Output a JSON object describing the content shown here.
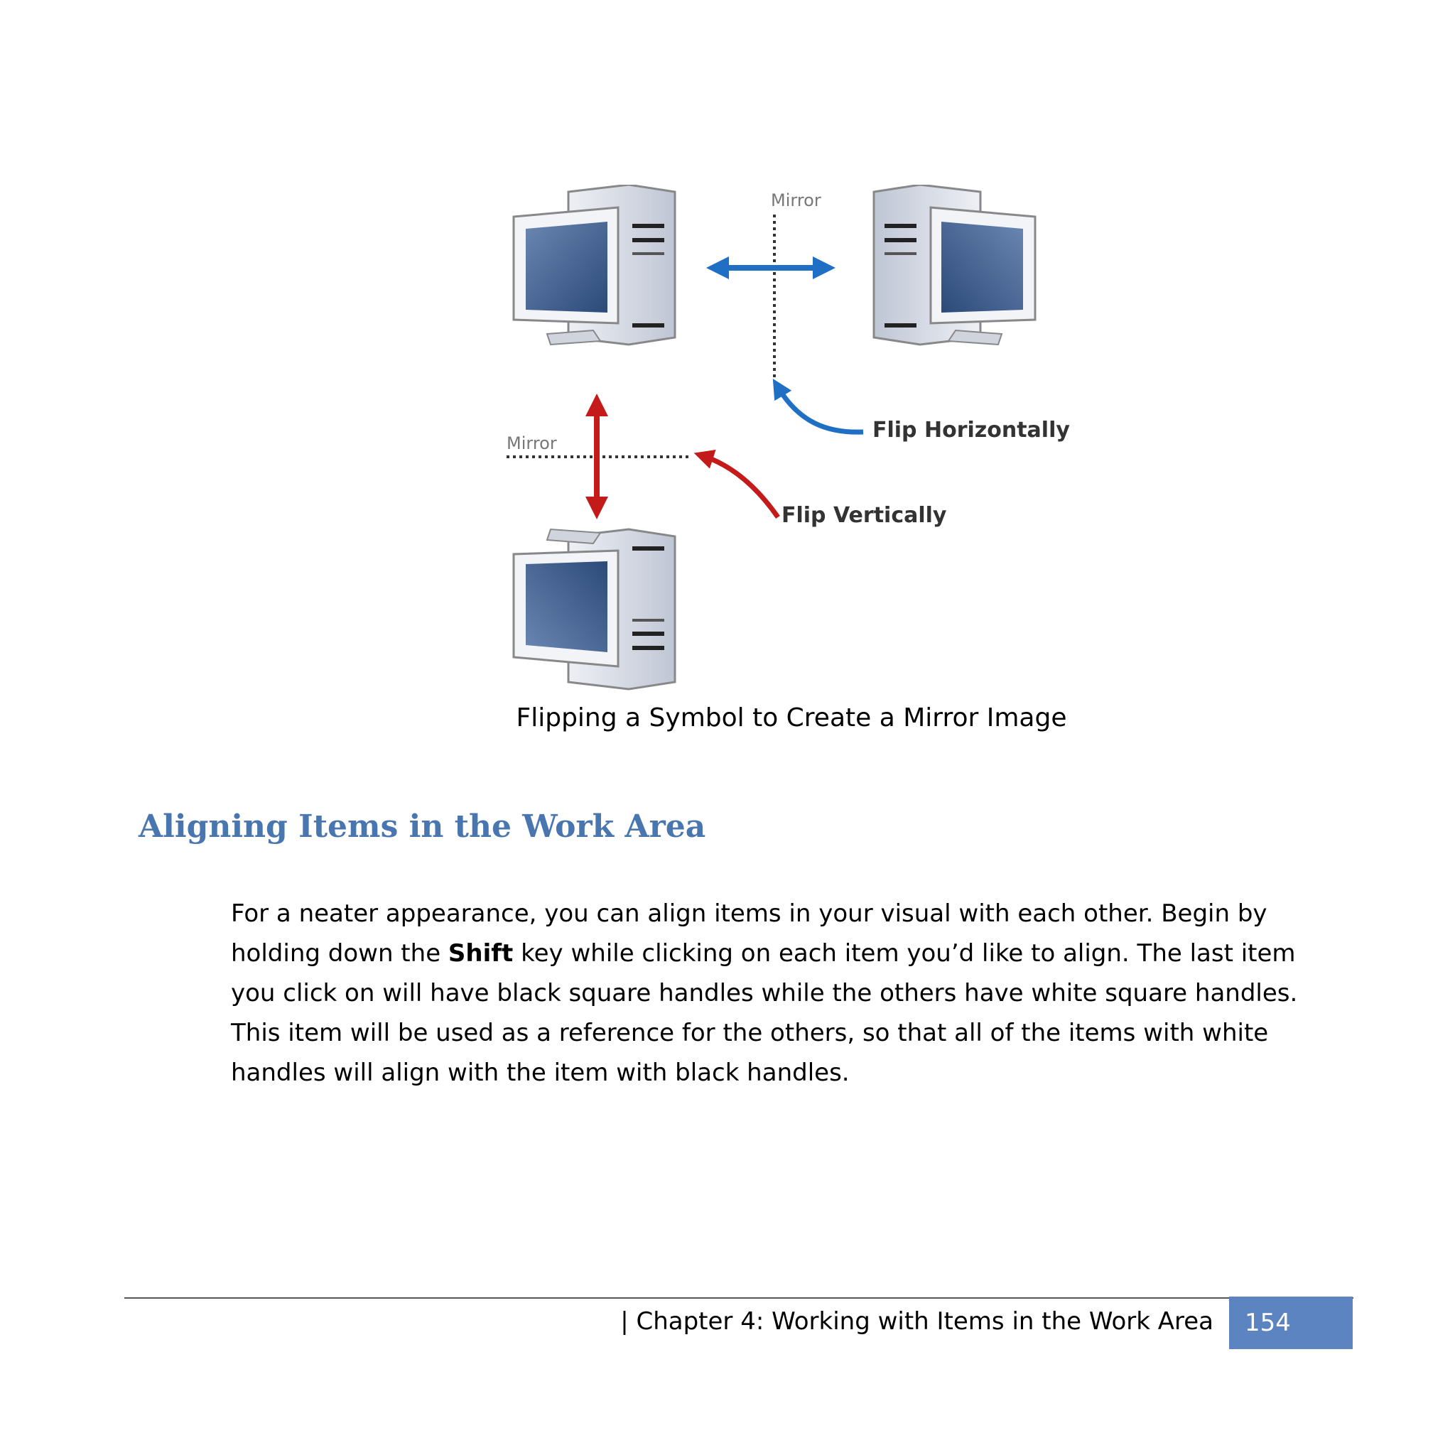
{
  "figure": {
    "mirror_label_top": "Mirror",
    "mirror_label_left": "Mirror",
    "flip_horizontally_label": "Flip Horizontally",
    "flip_vertically_label": "Flip Vertically",
    "caption": "Flipping a Symbol to Create a Mirror Image",
    "colors": {
      "horizontal_arrow": "#1f6fc4",
      "vertical_arrow": "#c41a1a",
      "monitor_screen": "#3f5f8c",
      "case_body": "#d7dce6"
    }
  },
  "section": {
    "heading": "Aligning Items in the Work Area",
    "paragraph": {
      "part1": "For a neater appearance, you can align items in your visual with each other.  Begin by holding down the ",
      "bold": "Shift",
      "part2": " key while clicking on each item you’d like to align.  The last item you click on will have black square handles while the others have white square handles.  This item will be used as a reference for the others, so that all of the items with white handles will align with the item with black handles."
    }
  },
  "footer": {
    "chapter": "| Chapter 4: Working with Items in the Work Area",
    "page_number": "154",
    "accent_color": "#5b84c1"
  }
}
